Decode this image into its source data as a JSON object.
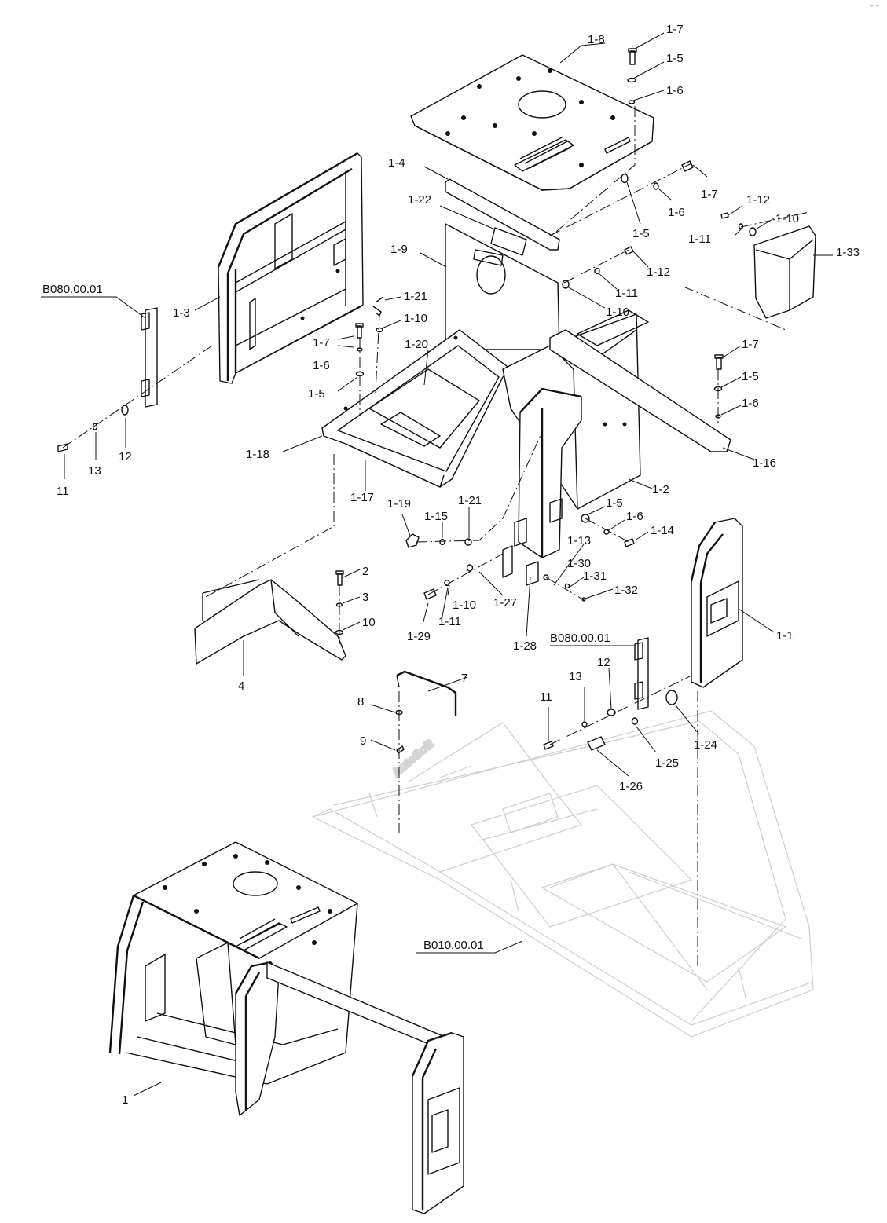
{
  "watermark": "AutoSoft",
  "corner_mark": "••• ••",
  "references": {
    "hinge_left": "B080.00.01",
    "hinge_right": "B080.00.01",
    "base_frame": "B010.00.01"
  },
  "callouts": [
    "1-7",
    "1-5",
    "1-6",
    "1-8",
    "1-7",
    "1-6",
    "1-5",
    "1-4",
    "1-22",
    "1-12",
    "1-10",
    "1-11",
    "1-33",
    "1-9",
    "1-12",
    "1-11",
    "1-10",
    "1-3",
    "1-21",
    "1-10",
    "1-7",
    "1-6",
    "1-5",
    "1-20",
    "1-7",
    "1-5",
    "1-6",
    "1-16",
    "1-18",
    "1-17",
    "1-2",
    "11",
    "13",
    "12",
    "1-19",
    "1-15",
    "1-21",
    "1-5",
    "1-6",
    "1-14",
    "1-13",
    "1-30",
    "1-31",
    "1-32",
    "2",
    "3",
    "10",
    "1-10",
    "1-11",
    "1-27",
    "1-29",
    "1-28",
    "1-1",
    "4",
    "7",
    "8",
    "9",
    "13",
    "12",
    "11",
    "1-24",
    "1-25",
    "1-26",
    "1"
  ]
}
